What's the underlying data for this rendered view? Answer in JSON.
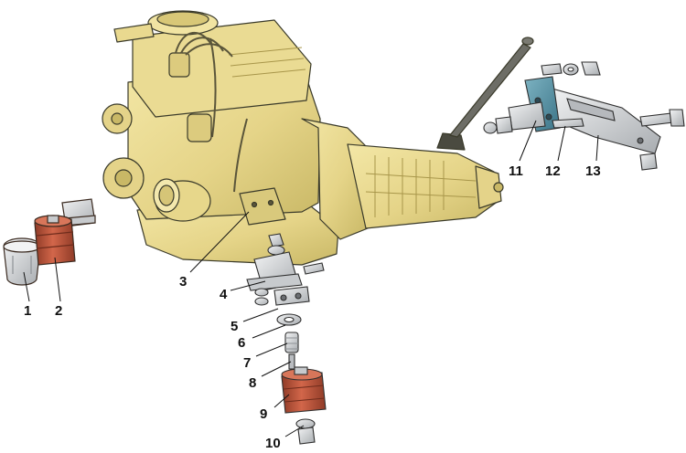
{
  "diagram": {
    "colors": {
      "engine_body": "#e8d98f",
      "engine_shadow": "#c9b866",
      "engine_dark": "#a8964a",
      "rubber": "#c2553b",
      "rubber_dark": "#8f3b27",
      "metal": "#d7d9db",
      "metal_dark": "#8e9296",
      "bracket_blue": "#4f8fa3",
      "outline": "#3a3a2a"
    },
    "callouts": [
      {
        "number": "1"
      },
      {
        "number": "2"
      },
      {
        "number": "3"
      },
      {
        "number": "4"
      },
      {
        "number": "5"
      },
      {
        "number": "6"
      },
      {
        "number": "7"
      },
      {
        "number": "8"
      },
      {
        "number": "9"
      },
      {
        "number": "10"
      },
      {
        "number": "11"
      },
      {
        "number": "12"
      },
      {
        "number": "13"
      }
    ]
  }
}
